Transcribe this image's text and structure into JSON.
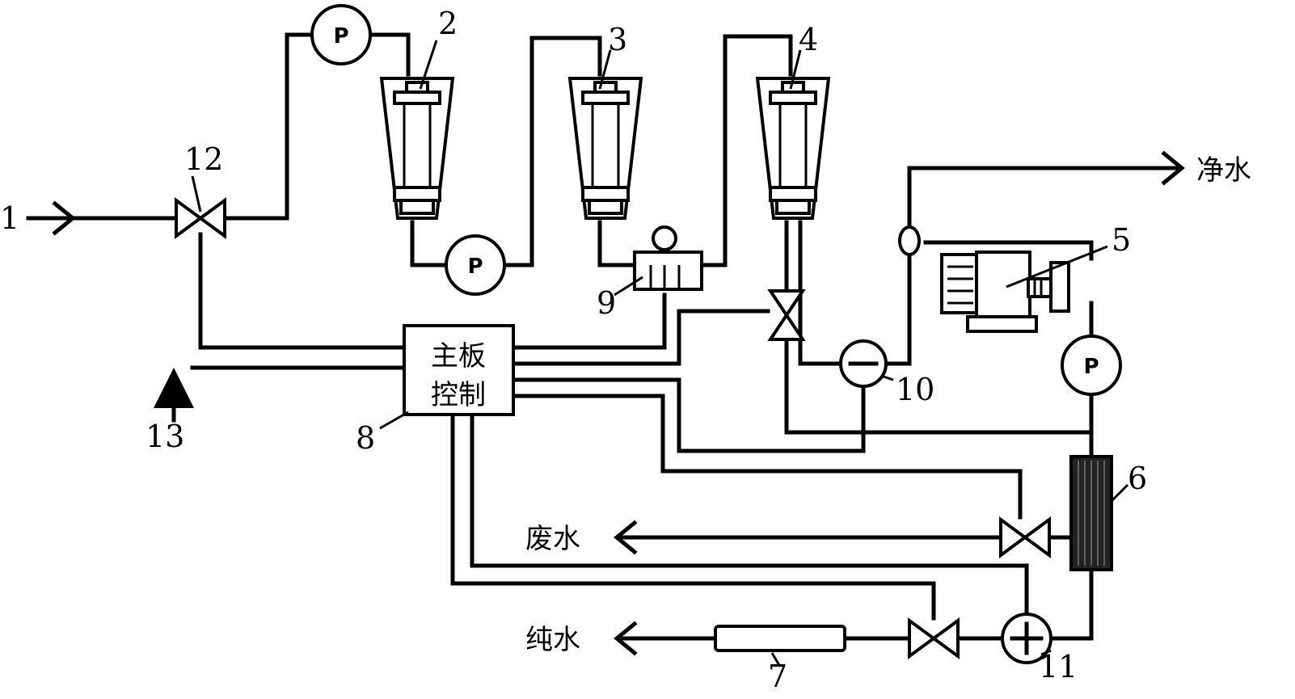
{
  "outputs": {
    "clean_water": "净水",
    "waste_water": "废水",
    "pure_water": "纯水"
  },
  "controller": {
    "line1": "主板",
    "line2": "控制"
  },
  "pump_label": "P",
  "callouts": {
    "n1": "1",
    "n2": "2",
    "n3": "3",
    "n4": "4",
    "n5": "5",
    "n6": "6",
    "n7": "7",
    "n8": "8",
    "n9": "9",
    "n10": "10",
    "n11": "11",
    "n12": "12",
    "n13": "13"
  }
}
